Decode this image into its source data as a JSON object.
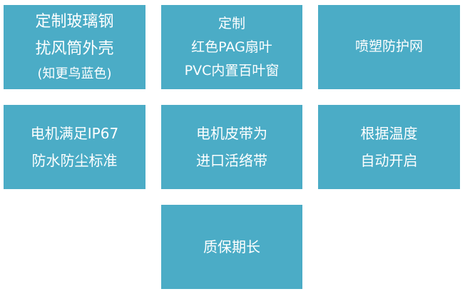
{
  "tiles": [
    {
      "lines": [
        "定制玻璃钢",
        "扰风筒外壳",
        "(知更鸟蓝色)"
      ]
    },
    {
      "lines": [
        "定制",
        "红色PAG扇叶",
        "PVC内置百叶窗"
      ]
    },
    {
      "lines": [
        "喷塑防护网"
      ]
    },
    {
      "lines": [
        "电机满足IP67",
        "防水防尘标准"
      ]
    },
    {
      "lines": [
        "电机皮带为",
        "进口活络带"
      ]
    },
    {
      "lines": [
        "根据温度",
        "自动开启"
      ]
    },
    {
      "lines": [
        "质保期长"
      ]
    }
  ],
  "colors": {
    "tile_bg": "#4bacc6",
    "tile_text": "#ffffff",
    "page_bg": "#ffffff"
  }
}
